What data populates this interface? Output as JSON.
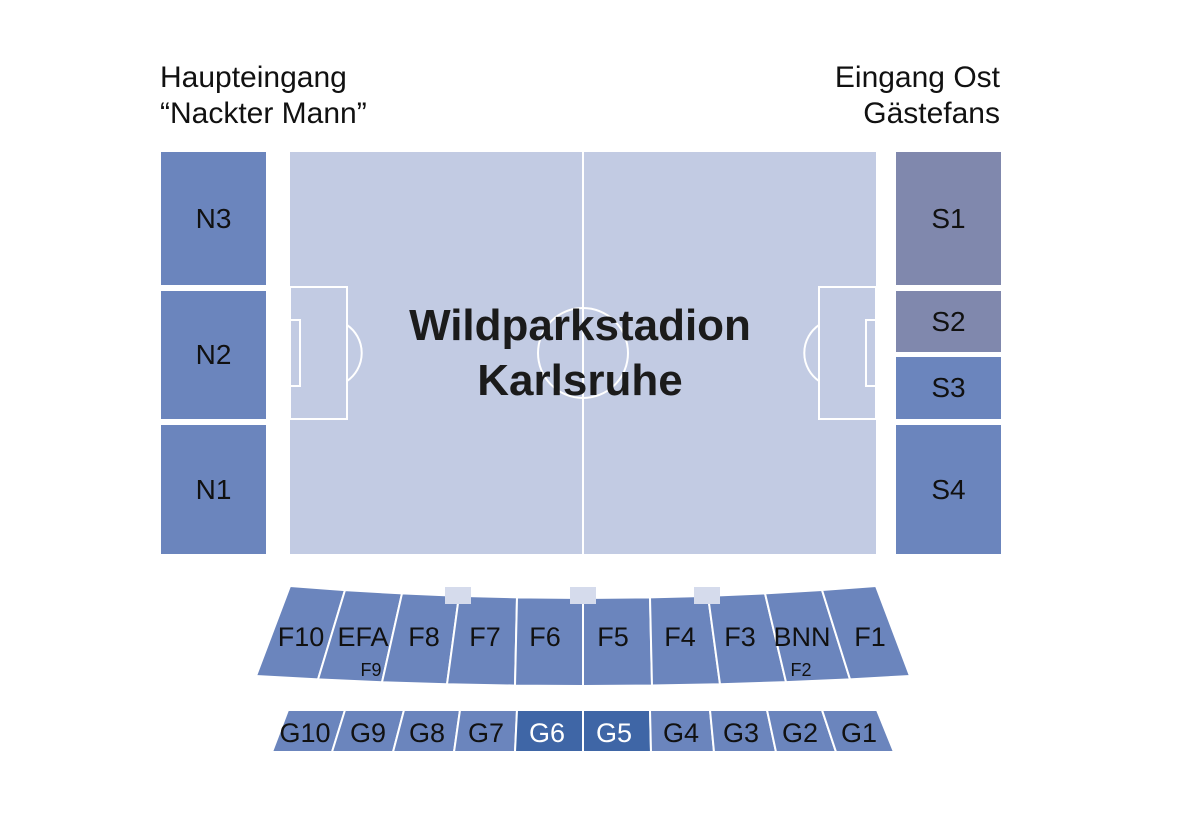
{
  "entrances": {
    "main": {
      "line1": "Haupteingang",
      "line2": "“Nackter Mann”"
    },
    "east": {
      "line1": "Eingang Ost",
      "line2": "Gästefans"
    }
  },
  "stadium": {
    "line1": "Wildparkstadion",
    "line2": "Karlsruhe"
  },
  "north_blocks": [
    "N3",
    "N2",
    "N1"
  ],
  "south_blocks": [
    "S1",
    "S2",
    "S3",
    "S4"
  ],
  "f_blocks": [
    "F10",
    "EFA",
    "F8",
    "F7",
    "F6",
    "F5",
    "F4",
    "F3",
    "BNN",
    "F1"
  ],
  "f_sub": {
    "efa": "F9",
    "bnn": "F2"
  },
  "g_blocks": [
    "G10",
    "G9",
    "G8",
    "G7",
    "G6",
    "G5",
    "G4",
    "G3",
    "G2",
    "G1"
  ],
  "colors": {
    "block": "#6b85bd",
    "guest_block": "#8088ad",
    "highlight_block": "#3f66a6",
    "pitch": "#c2cbe3",
    "lines": "#ffffff"
  }
}
